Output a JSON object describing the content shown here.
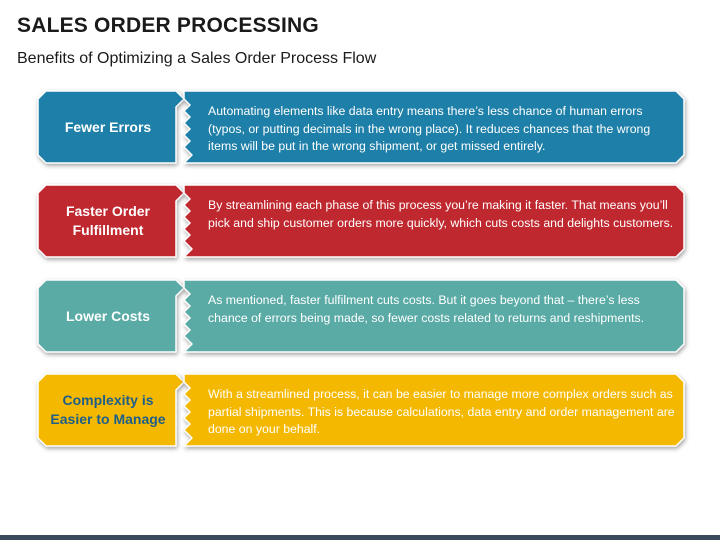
{
  "title": "SALES ORDER PROCESSING",
  "subtitle": "Benefits of Optimizing a Sales Order Process Flow",
  "rows": [
    {
      "label": "Fewer Errors",
      "text": "Automating elements like data entry means there’s less chance of human errors (typos, or putting decimals in the wrong place). It reduces chances that the wrong items will be put in the wrong shipment, or get missed entirely.",
      "color": "#1e7fa8",
      "label_color": "#ffffff"
    },
    {
      "label": "Faster Order\nFulfillment",
      "text": "By streamlining each phase of this process you’re making it faster. That means you’ll pick and ship customer orders more quickly, which cuts costs and delights customers.",
      "color": "#c0282f",
      "label_color": "#ffffff"
    },
    {
      "label": "Lower Costs",
      "text": "As mentioned, faster fulfilment cuts costs. But it goes beyond that – there’s less chance of errors being made, so fewer costs related to returns and reshipments.",
      "color": "#5aaba6",
      "label_color": "#ffffff"
    },
    {
      "label": "Complexity is\nEasier to Manage",
      "text": "With a streamlined process, it can be easier to manage more complex orders such as partial shipments. This is because calculations, data entry and order management are done on your behalf.",
      "color": "#f5b800",
      "label_color": "#1e5f8a"
    }
  ]
}
